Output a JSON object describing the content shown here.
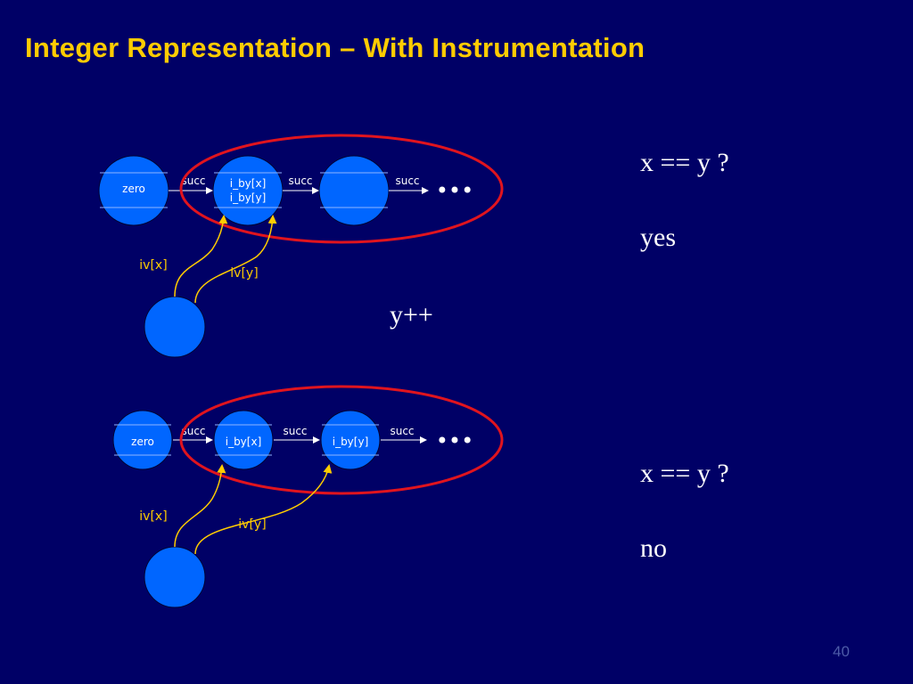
{
  "slide": {
    "title": "Integer Representation – With Instrumentation",
    "page_number": "40"
  },
  "top_diagram": {
    "nodes": [
      "zero",
      "i_by[x]",
      "i_by[y]",
      ""
    ],
    "edge_label": "succ",
    "ellipsis": "•••",
    "pointer_x": "iv[x]",
    "pointer_y": "iv[y]"
  },
  "bottom_diagram": {
    "nodes": [
      "zero",
      "i_by[x]",
      "i_by[y]"
    ],
    "edge_label": "succ",
    "ellipsis": "•••",
    "pointer_x": "iv[x]",
    "pointer_y": "iv[y]"
  },
  "notes": {
    "question_top": "x == y ?",
    "answer_top": "yes",
    "operation": "y++",
    "question_bottom": "x == y ?",
    "answer_bottom": "no"
  },
  "colors": {
    "background": "#000066",
    "title": "#ffcc00",
    "node_fill": "#0066ff",
    "arrow": "#ffcc00",
    "highlight": "#e0141e"
  }
}
